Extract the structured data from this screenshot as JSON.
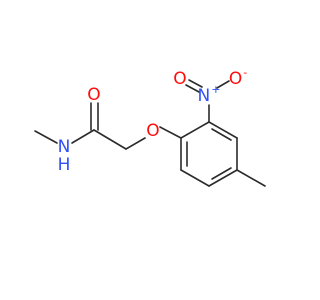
{
  "molecule": {
    "atoms": {
      "amide_o": "O",
      "amide_n": "N",
      "amide_h": "H",
      "ether_o": "O",
      "nitro_n": "N",
      "nitro_n_charge": "+",
      "nitro_o": "O",
      "nitro_o_charge": "-",
      "nitro_o_dbl": "O"
    },
    "colors": {
      "oxygen": "#ff0d0d",
      "nitrogen": "#3050f8",
      "bond": "#2b2b2b"
    }
  }
}
